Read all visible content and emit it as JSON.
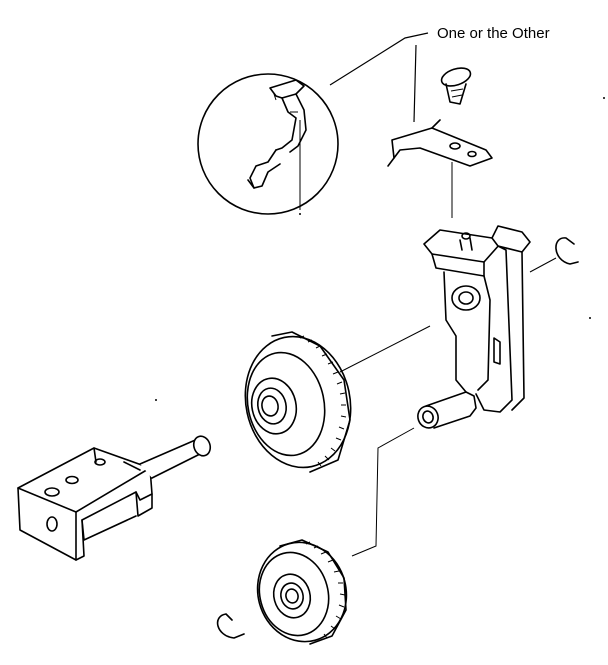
{
  "diagram": {
    "callout_label": "One or the Other",
    "colors": {
      "ink": "#000000",
      "paper": "#ffffff"
    },
    "parts": [
      "screw",
      "spring-clip",
      "detail-spring-clip",
      "bracket-arm",
      "retaining-ring",
      "large-gear",
      "mounting-bracket-with-shaft",
      "small-gear"
    ]
  }
}
